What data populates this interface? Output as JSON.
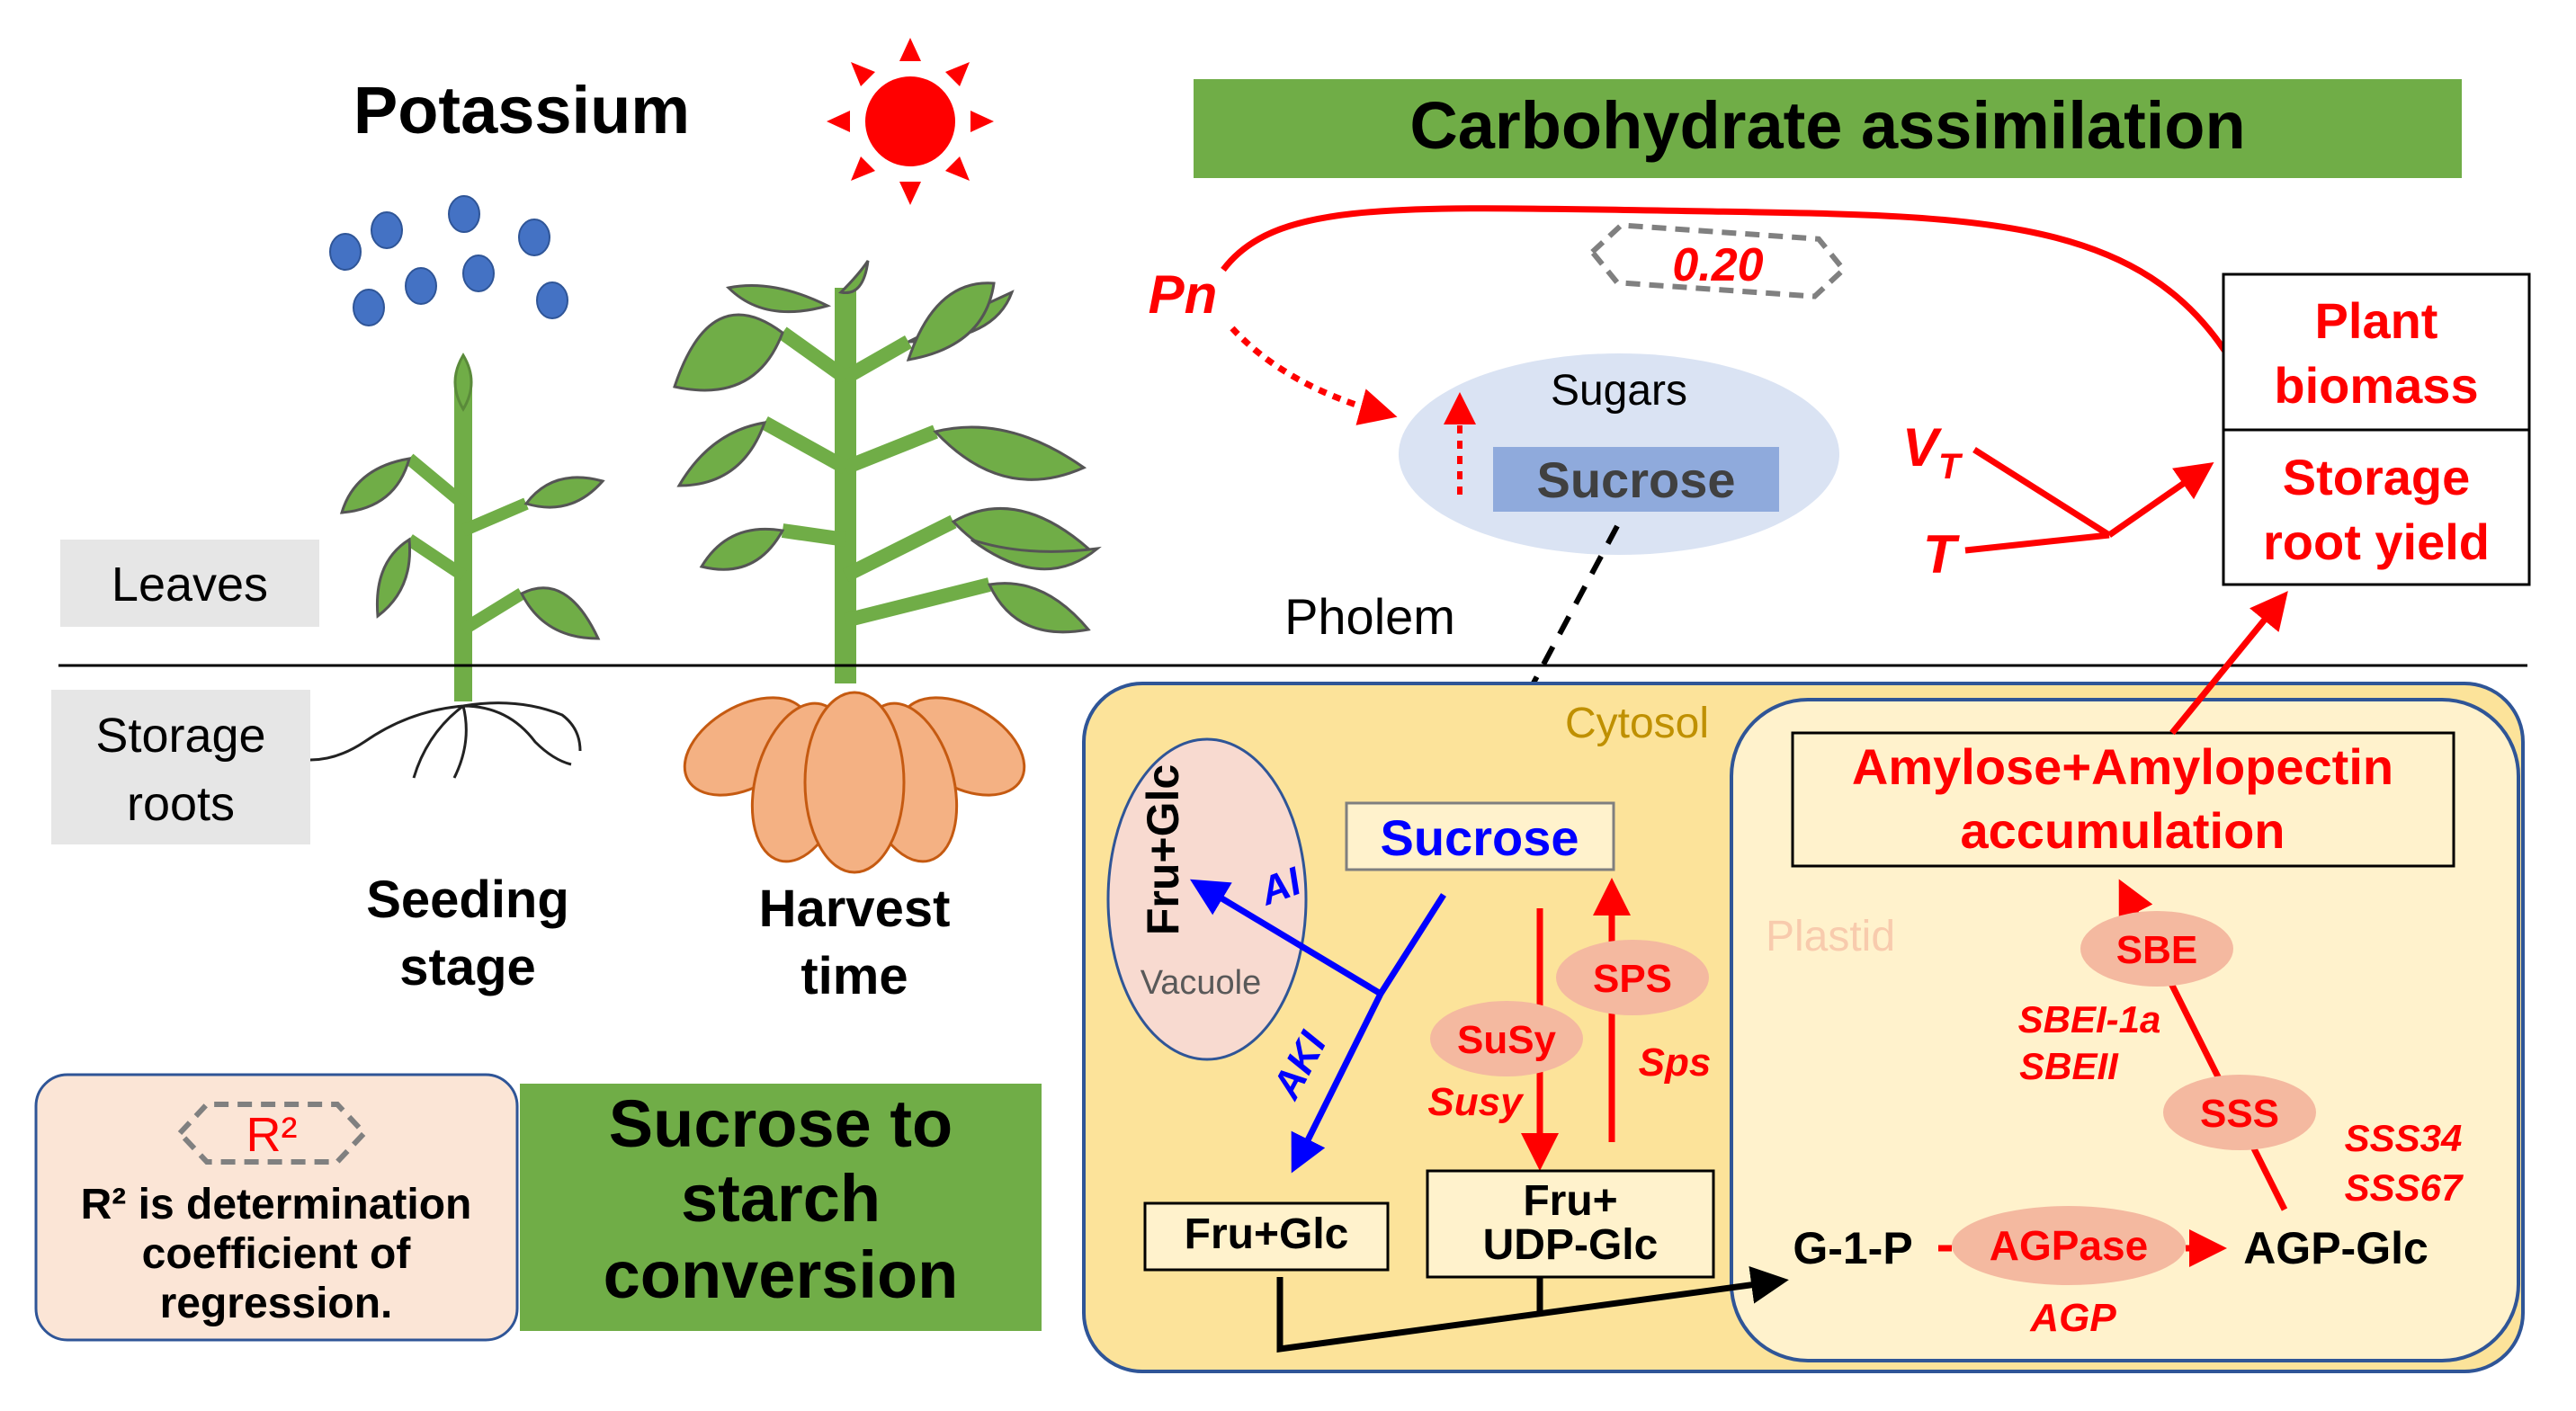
{
  "title_left": "Potassium",
  "title_right": "Carbohydrate assimilation",
  "labels": {
    "leaves": "Leaves",
    "storage_roots_1": "Storage",
    "storage_roots_2": "roots",
    "seeding_1": "Seeding",
    "seeding_2": "stage",
    "harvest_1": "Harvest",
    "harvest_2": "time",
    "pholem": "Pholem"
  },
  "legend": {
    "r2": "R²",
    "line1": "R² is determination",
    "line2": "coefficient of",
    "line3": "regression."
  },
  "conversion_box": [
    "Sucrose to",
    "starch",
    "conversion"
  ],
  "leaf_pathway": {
    "pn": "Pn",
    "r2_value": "0.20",
    "sugars": "Sugars",
    "sucrose": "Sucrose",
    "vt": "V",
    "vt_sub": "T",
    "t": "T",
    "plant_biomass_1": "Plant",
    "plant_biomass_2": "biomass",
    "yield_1": "Storage",
    "yield_2": "root yield"
  },
  "cell": {
    "cytosol": "Cytosol",
    "plastid": "Plastid",
    "vacuole": "Vacuole",
    "vacuole_content": "Fru+Glc",
    "sucrose": "Sucrose",
    "ai": "AI",
    "aki": "AKI",
    "sps": "SPS",
    "sps_gene": "Sps",
    "susy": "SuSy",
    "susy_gene": "Susy",
    "fru_glc": "Fru+Glc",
    "fru_udp_1": "Fru+",
    "fru_udp_2": "UDP-Glc",
    "g1p": "G-1-P",
    "agpase": "AGPase",
    "agp_gene": "AGP",
    "agp_glc": "AGP-Glc",
    "sss": "SSS",
    "sss_genes": [
      "SSS34",
      "SSS67"
    ],
    "sbe": "SBE",
    "sbe_genes": [
      "SBEI-1a",
      "SBEII"
    ],
    "accum_1": "Amylose+Amylopectin",
    "accum_2": "accumulation"
  },
  "colors": {
    "green_banner": "#70ad47",
    "red": "#ff0000",
    "blue": "#0000ff",
    "cytosol_fill": "#fce39a",
    "plastid_fill": "#fff2cc",
    "cell_border": "#2f5597",
    "enzyme_fill": "#f4b9a0",
    "sugar_ellipse": "#dae3f3",
    "potassium_dot": "#4472c4",
    "leaf_green": "#70ad47",
    "root_orange": "#f4b183"
  }
}
